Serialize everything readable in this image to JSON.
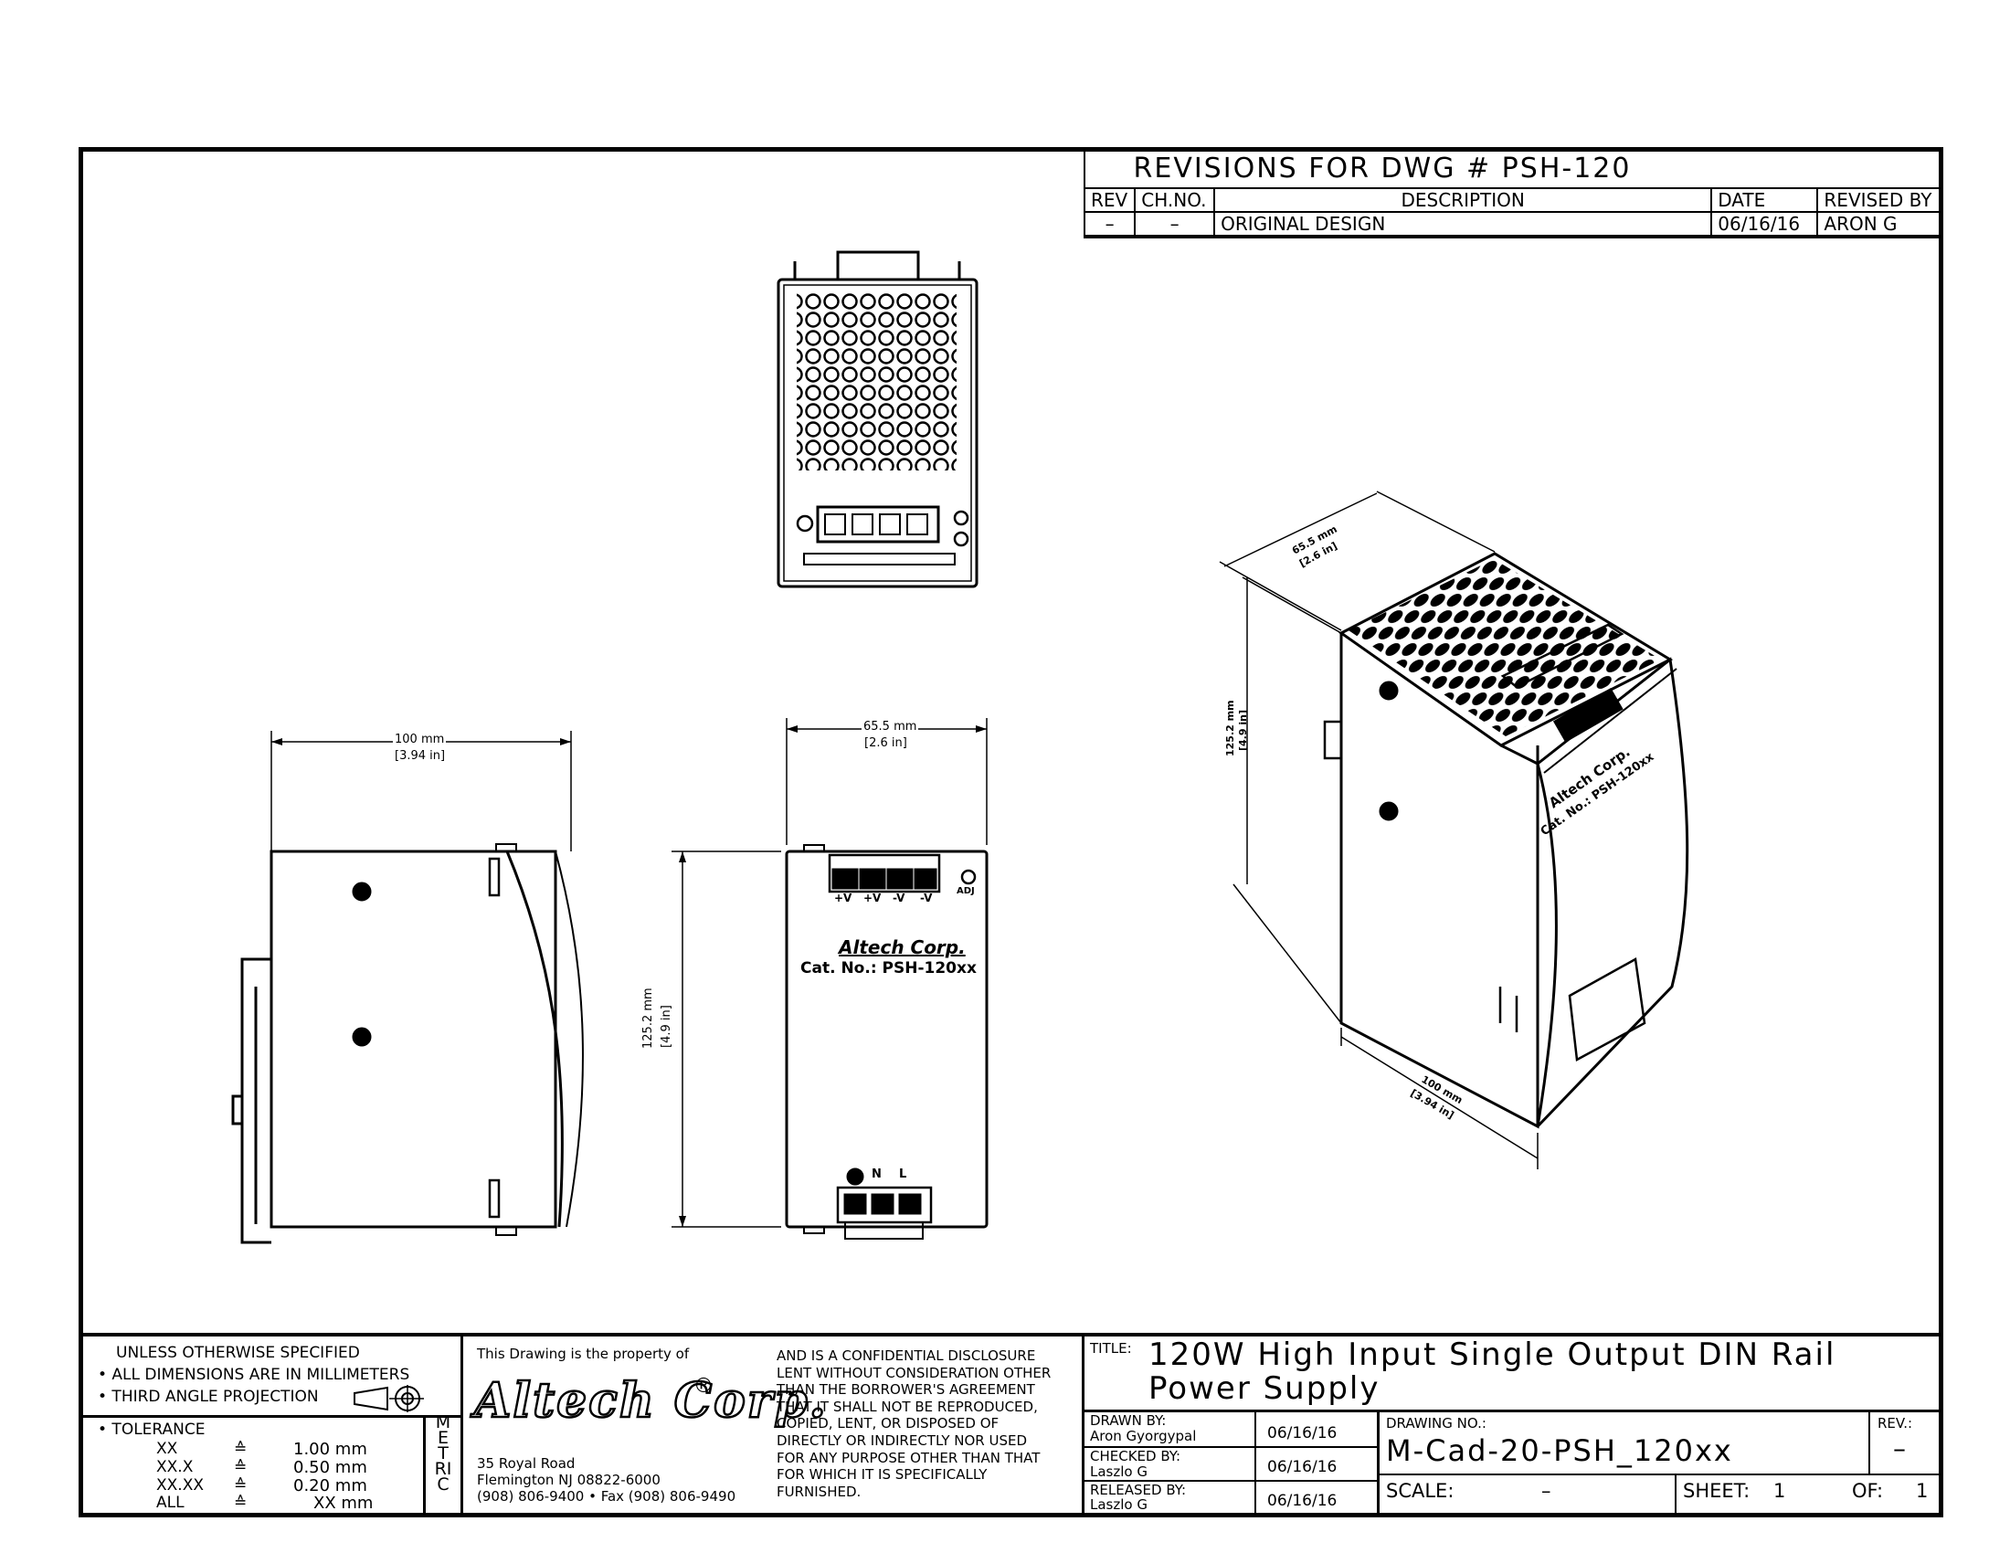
{
  "revisions": {
    "title": "REVISIONS FOR DWG # PSH-120",
    "headers": [
      "REV",
      "CH.NO.",
      "DESCRIPTION",
      "DATE",
      "REVISED BY"
    ],
    "rows": [
      [
        "–",
        "–",
        "ORIGINAL DESIGN",
        "06/16/16",
        "ARON G"
      ]
    ]
  },
  "dims": {
    "side_width": "100 mm",
    "side_width_in": "[3.94 in]",
    "front_width": "65.5 mm",
    "front_width_in": "[2.6 in]",
    "front_height": "125.2 mm",
    "front_height_in": "[4.9 in]",
    "iso_top": "65.5 mm",
    "iso_top_in": "[2.6 in]",
    "iso_height": "125.2 mm",
    "iso_height_in": "[4.9 in]",
    "iso_depth": "100 mm",
    "iso_depth_in": "[3.94 in]"
  },
  "device": {
    "brand": "Altech Corp.",
    "cat_no": "Cat. No.: PSH-120xx",
    "output_terms": [
      "+V",
      "+V",
      "-V",
      "-V"
    ],
    "input_terms": [
      "⏚",
      "N",
      "L"
    ],
    "adj_label": "ADJ"
  },
  "notes": {
    "l1": "UNLESS OTHERWISE SPECIFIED",
    "l2": "• ALL DIMENSIONS ARE IN MILLIMETERS",
    "l3": "• THIRD ANGLE PROJECTION",
    "tol_title": "• TOLERANCE",
    "tol": [
      {
        "k": "XX",
        "v": "1.00 mm"
      },
      {
        "k": "XX.X",
        "v": "0.50 mm"
      },
      {
        "k": "XX.XX",
        "v": "0.20 mm"
      },
      {
        "k": "ALL",
        "v": "XX mm"
      }
    ],
    "tol_sym": "≙",
    "metric": "METRIC"
  },
  "property": {
    "intro": "This Drawing is the property of",
    "company": "Altech Corp.",
    "reg": "®",
    "addr1": "35 Royal Road",
    "addr2": "Flemington NJ 08822-6000",
    "addr3": "(908) 806-9400 • Fax (908) 806-9490",
    "disclosure": [
      "AND IS A CONFIDENTIAL DISCLOSURE",
      "LENT WITHOUT CONSIDERATION OTHER",
      "THAN THE BORROWER'S AGREEMENT",
      "THAT IT SHALL NOT BE REPRODUCED,",
      "COPIED, LENT, OR DISPOSED OF",
      "DIRECTLY OR INDIRECTLY NOR USED",
      "FOR ANY PURPOSE OTHER THAN THAT",
      "FOR WHICH IT IS SPECIFICALLY",
      "FURNISHED."
    ]
  },
  "titleblock": {
    "title_label": "TITLE:",
    "title_l1": "120W High Input Single Output DIN Rail",
    "title_l2": "Power Supply",
    "drawn_label": "DRAWN BY:",
    "drawn_name": "Aron Gyorgypal",
    "drawn_date": "06/16/16",
    "checked_label": "CHECKED BY:",
    "checked_name": "Laszlo G",
    "checked_date": "06/16/16",
    "released_label": "RELEASED BY:",
    "released_name": "Laszlo G",
    "released_date": "06/16/16",
    "dwgno_label": "DRAWING NO.:",
    "dwgno": "M-Cad-20-PSH_120xx",
    "rev_label": "REV.:",
    "rev": "–",
    "scale_label": "SCALE:",
    "scale": "–",
    "sheet_label": "SHEET:",
    "sheet": "1",
    "of_label": "OF:",
    "of": "1"
  }
}
